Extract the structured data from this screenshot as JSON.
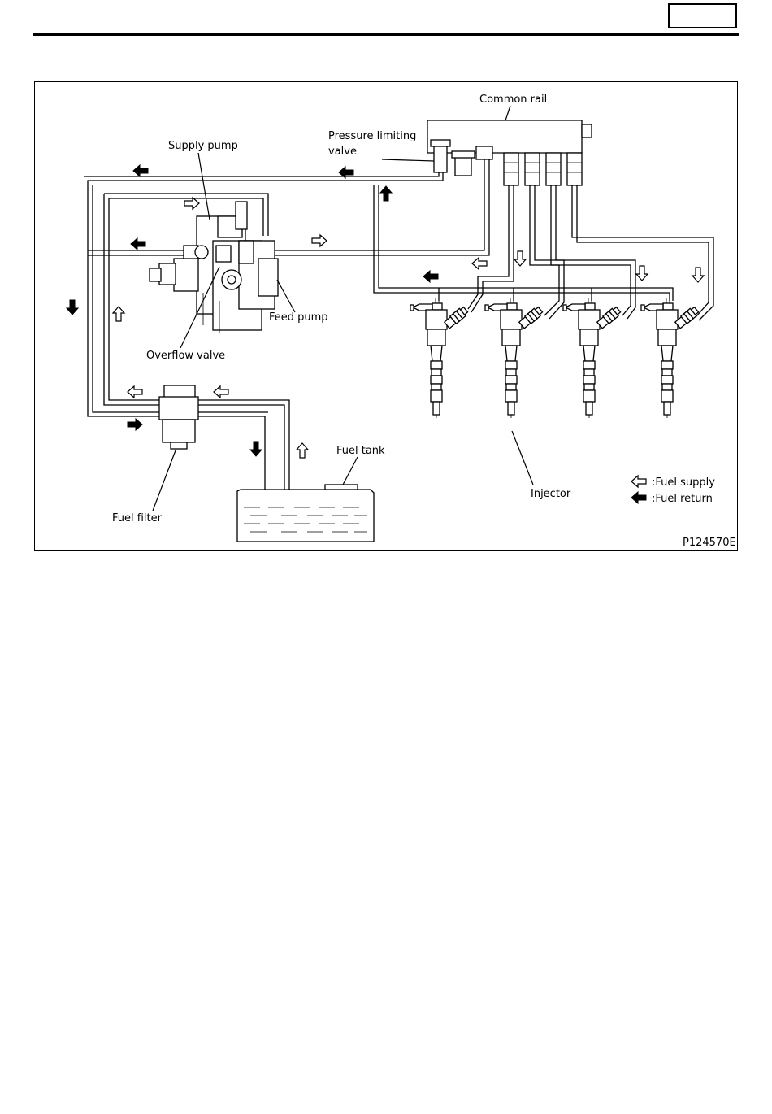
{
  "header": {
    "page_box": ""
  },
  "figure": {
    "labels": {
      "common_rail": "Common rail",
      "pressure_limiting_valve_line1": "Pressure limiting",
      "pressure_limiting_valve_line2": "valve",
      "supply_pump": "Supply pump",
      "feed_pump": "Feed pump",
      "overflow_valve": "Overflow valve",
      "fuel_tank": "Fuel tank",
      "fuel_filter": "Fuel filter",
      "injector": "Injector"
    },
    "legend": {
      "fuel_supply": ":Fuel supply",
      "fuel_return": ":Fuel return"
    },
    "figure_id": "P124570E"
  }
}
